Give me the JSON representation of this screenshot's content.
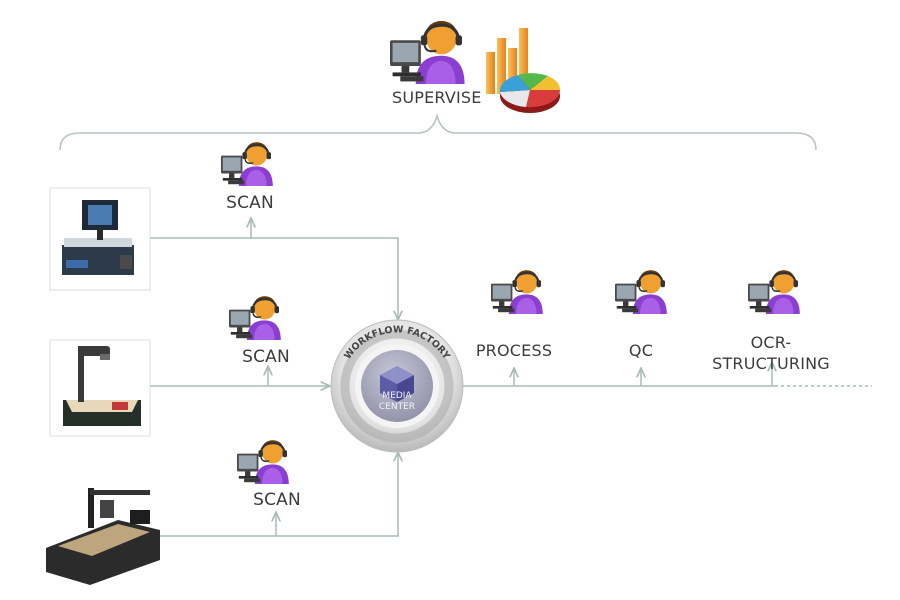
{
  "supervise": {
    "label": "SUPERVISE",
    "icons": [
      "operator-icon",
      "bar-chart-icon",
      "pie-chart-icon"
    ]
  },
  "scan_steps": [
    {
      "label": "SCAN",
      "device": "overhead-book-scanner"
    },
    {
      "label": "SCAN",
      "device": "book-cradle-scanner"
    },
    {
      "label": "SCAN",
      "device": "large-format-scanner"
    }
  ],
  "hub": {
    "ring_text": "WORKFLOW FACTORY",
    "center_line1": "MEDIA",
    "center_line2": "CENTER"
  },
  "post_steps": [
    {
      "label": "PROCESS"
    },
    {
      "label": "QC"
    },
    {
      "label": "OCR-",
      "label2": "STRUCTURING"
    }
  ],
  "colors": {
    "line": "#a9bbb6",
    "operator_body": "#8a3fd0",
    "operator_head": "#f0a030",
    "hub_ring": "#d4d4d4",
    "hub_core": "#5b5ca6"
  }
}
